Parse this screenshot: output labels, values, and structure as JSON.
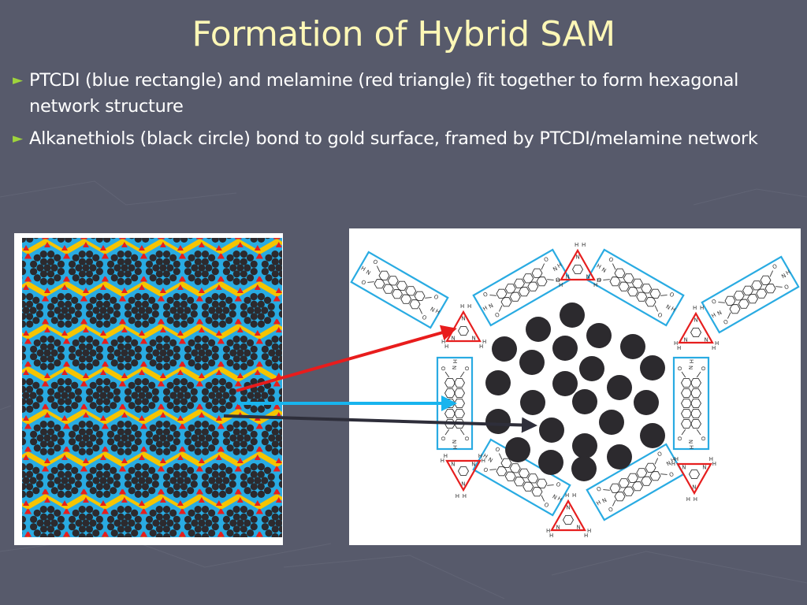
{
  "slide": {
    "title": "Formation of Hybrid SAM",
    "bullets": [
      {
        "marker": "►",
        "text": "PTCDI (blue rectangle) and melamine (red triangle) fit together to form hexagonal network structure"
      },
      {
        "marker": "►",
        "text": "Alkanethiols (black circle) bond to gold surface, framed by PTCDI/melamine network"
      }
    ]
  },
  "colors": {
    "background": "#575a6b",
    "title": "#fdf7b6",
    "bullet_marker": "#9fd43c",
    "gold_surface": "#f6c400",
    "ptcdi_blue": "#29abe2",
    "melamine_red": "#e61e1e",
    "thiol_black": "#2c2a2e",
    "arrow_red": "#e81c1c",
    "arrow_blue": "#18b4ee",
    "arrow_black": "#2e2e3a"
  },
  "figures": {
    "left": {
      "icon": "hybrid-sam-lattice-icon"
    },
    "right": {
      "icon": "ptcdi-melamine-network-icon",
      "atom_labels": [
        "O",
        "N",
        "H"
      ]
    }
  }
}
